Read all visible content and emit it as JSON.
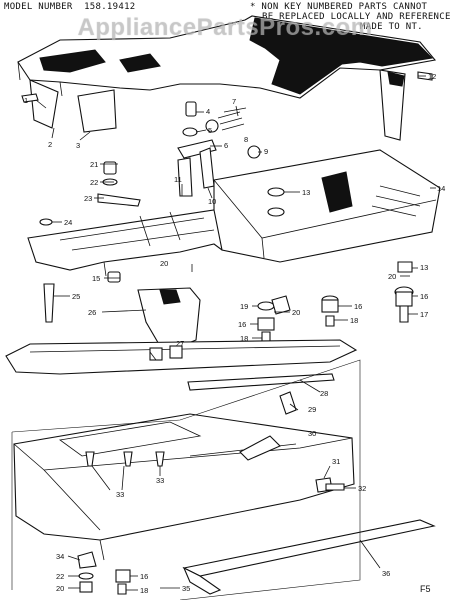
{
  "header": {
    "model_label": "MODEL NUMBER",
    "model_number": "158.19412",
    "notice_line1": "* NON KEY NUMBERED PARTS CANNOT",
    "notice_line2": "BE REPLACED LOCALLY AND REFERENCE",
    "notice_line3": "MADE TO NT."
  },
  "watermark": "AppliancePartsPros.com",
  "figure_label": "F5",
  "callouts": [
    "1",
    "2",
    "3",
    "4",
    "5",
    "6",
    "7",
    "8",
    "9",
    "10",
    "11",
    "12",
    "13",
    "14",
    "15",
    "16",
    "17",
    "18",
    "19",
    "20",
    "21",
    "22",
    "23",
    "24",
    "25",
    "26",
    "27",
    "28",
    "29",
    "30",
    "31",
    "32",
    "33",
    "34",
    "35",
    "36"
  ]
}
